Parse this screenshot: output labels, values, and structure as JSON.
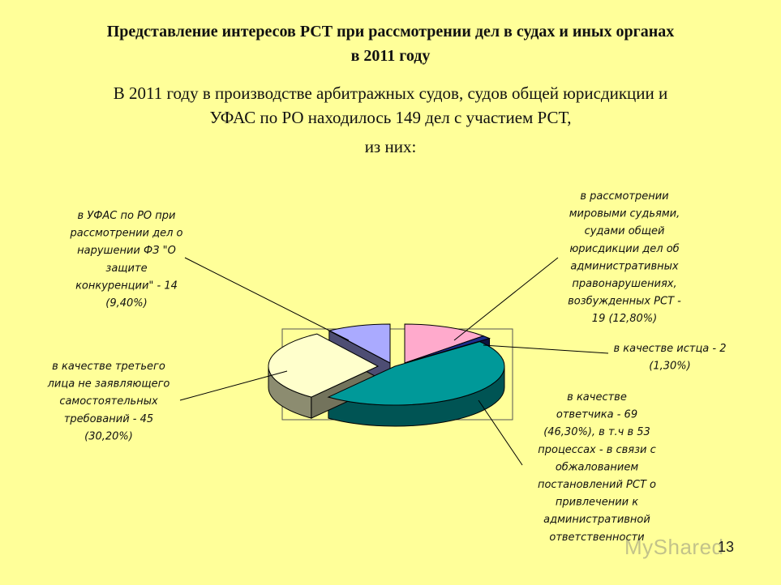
{
  "slide": {
    "title_line1": "Представление интересов РСТ при рассмотрении дел в судах и иных органах",
    "title_line2": "в 2011 году",
    "intro_line1": "В 2011 году в производстве арбитражных судов, судов общей юрисдикции и",
    "intro_line2": "УФАС по РО находилось 149 дел с участием РСТ,",
    "intro_line3": "из них:",
    "page_number": "13",
    "watermark": "MyShared"
  },
  "chart_data": {
    "type": "pie",
    "total": 149,
    "three_d": true,
    "series": [
      {
        "id": "pink",
        "value": 19,
        "percent": 12.8,
        "color": "#ffaacc",
        "label_lines": [
          "в рассмотрении",
          "мировыми судьями,",
          "судами общей",
          "юрисдикции дел об",
          "административных",
          "правонарушениях,",
          "возбужденных РСТ -",
          "19 (12,80%)"
        ]
      },
      {
        "id": "navy",
        "value": 2,
        "percent": 1.3,
        "color": "#1c2e8c",
        "label_lines": [
          "в качестве истца - 2",
          "(1,30%)"
        ]
      },
      {
        "id": "teal",
        "value": 69,
        "percent": 46.3,
        "color": "#009999",
        "label_lines": [
          "в качестве",
          "ответчика - 69",
          "(46,30%), в т.ч в 53",
          "процессах - в связи с",
          "обжалованием",
          "постановлений РСТ о",
          "привлечении к",
          "административной",
          "ответственности"
        ]
      },
      {
        "id": "cream",
        "value": 45,
        "percent": 30.2,
        "color": "#ffffcc",
        "label_lines": [
          "в качестве третьего",
          "лица не заявляющего",
          "самостоятельных",
          "требований - 45",
          "(30,20%)"
        ]
      },
      {
        "id": "lavender",
        "value": 14,
        "percent": 9.4,
        "color": "#aaaaff",
        "label_lines": [
          "в УФАС по РО при",
          "рассмотрении дел о",
          "нарушении ФЗ \"О",
          "защите",
          "конкуренции\" - 14",
          "(9,40%)"
        ]
      }
    ]
  }
}
